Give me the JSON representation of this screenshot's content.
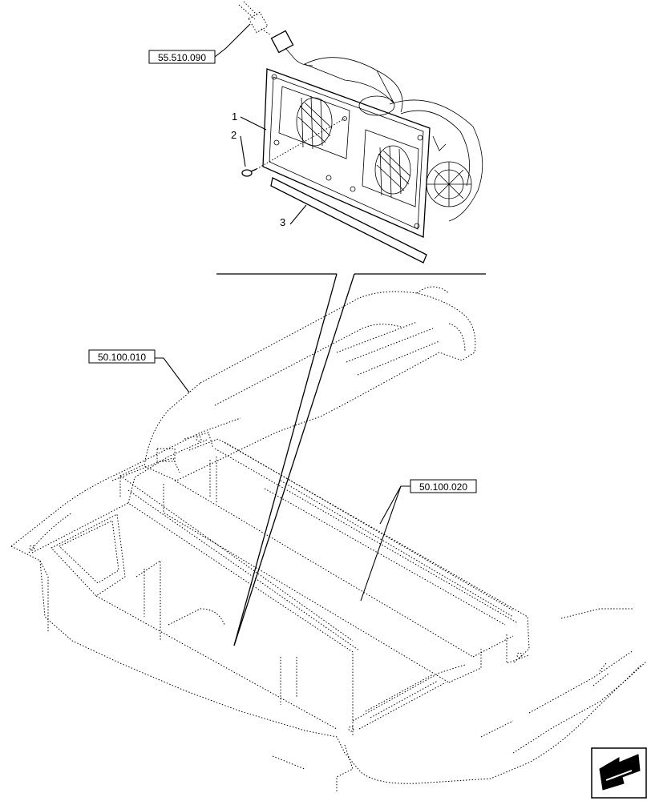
{
  "callouts": [
    {
      "label": "1"
    },
    {
      "label": "2"
    },
    {
      "label": "3"
    }
  ],
  "references": [
    {
      "label": "55.510.090"
    },
    {
      "label": "50.100.010"
    },
    {
      "label": "50.100.020"
    }
  ],
  "icons": {
    "navigation": "arrow-view-icon"
  }
}
